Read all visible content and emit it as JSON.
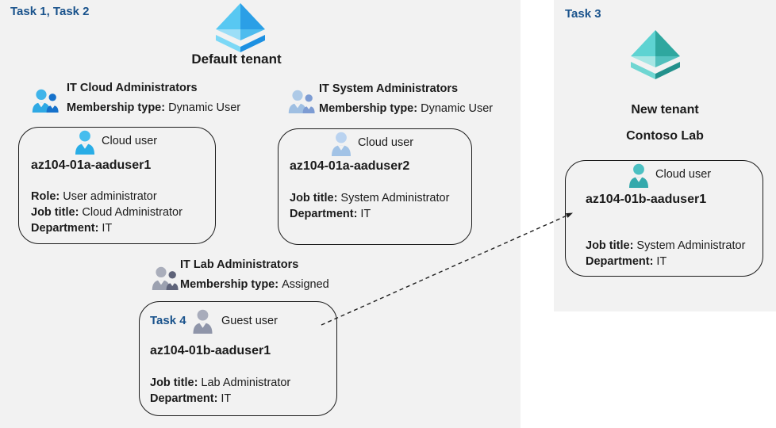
{
  "left_panel": {
    "task_label": "Task 1, Task 2",
    "tenant_title": "Default tenant",
    "group_cloud": {
      "name": "IT Cloud Administrators",
      "membership_label": "Membership type:",
      "membership_value": "Dynamic User"
    },
    "group_system": {
      "name": "IT System Administrators",
      "membership_label": "Membership type:",
      "membership_value": "Dynamic User"
    },
    "group_lab": {
      "name": "IT Lab Administrators",
      "membership_label": "Membership type:",
      "membership_value": "Assigned"
    },
    "user_cloud1": {
      "type_label": "Cloud user",
      "name": "az104-01a-aaduser1",
      "fields": [
        {
          "label": "Role:",
          "value": "User administrator"
        },
        {
          "label": "Job title:",
          "value": "Cloud Administrator"
        },
        {
          "label": "Department:",
          "value": "IT"
        }
      ]
    },
    "user_cloud2": {
      "type_label": "Cloud user",
      "name": "az104-01a-aaduser2",
      "fields": [
        {
          "label": "Job title:",
          "value": "System Administrator"
        },
        {
          "label": "Department:",
          "value": "IT"
        }
      ]
    },
    "user_guest": {
      "task_label": "Task 4",
      "type_label": "Guest user",
      "name": "az104-01b-aaduser1",
      "fields": [
        {
          "label": "Job title:",
          "value": "Lab Administrator"
        },
        {
          "label": "Department:",
          "value": "IT"
        }
      ]
    }
  },
  "right_panel": {
    "task_label": "Task 3",
    "tenant_line1": "New tenant",
    "tenant_line2": "Contoso Lab",
    "user_cloud": {
      "type_label": "Cloud user",
      "name": "az104-01b-aaduser1",
      "fields": [
        {
          "label": "Job title:",
          "value": "System Administrator"
        },
        {
          "label": "Department:",
          "value": "IT"
        }
      ]
    }
  },
  "icons": {
    "tenant_icon": "azure-ad-pyramid",
    "group_icon": "two-people",
    "user_icon": "person-bust",
    "connector": "dashed-arrow"
  },
  "colors": {
    "panel_background": "#f2f2f2",
    "page_background": "#ffffff",
    "task_label_text": "#1a538c",
    "body_text": "#1b1b1b",
    "card_border": "#1c1c1c",
    "azure_ad_icon_blue": "#2b9fe6",
    "azure_ad_icon_teal": "#2fa79f",
    "cloud_user_icon_blue": "#29ade6",
    "cloud_user_icon_steel": "#a2c3e6",
    "guest_user_icon_gray": "#8f95a9",
    "cloud_user_icon_teal": "#35a9ac",
    "group_cloud_icon": "#3fb4ea",
    "group_system_icon": "#a6c3e3",
    "group_lab_icon": "#a4a8b5"
  }
}
